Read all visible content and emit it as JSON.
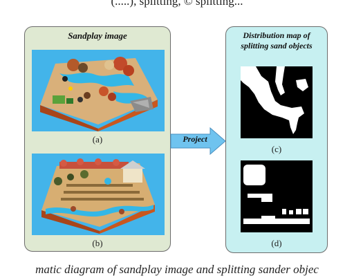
{
  "header_text": "(.....), splitting, © splitting...",
  "panel_left": {
    "title": "Sandplay image",
    "label_a": "(a)",
    "label_b": "(b)"
  },
  "arrow": {
    "label": "Project"
  },
  "panel_right": {
    "title_line1": "Distribution map of",
    "title_line2": "splitting sand objects",
    "label_c": "(c)",
    "label_d": "(d)"
  },
  "caption": "matic diagram of sandplay image and splitting sander objec",
  "colors": {
    "left_panel_bg": "#dfe9d2",
    "right_panel_bg": "#c7f0f1",
    "arrow_fill": "#6fc3ef",
    "sky": "#43b4ea",
    "sand": "#d9b07a",
    "water": "#34b7e6",
    "base": "#d6702a"
  }
}
